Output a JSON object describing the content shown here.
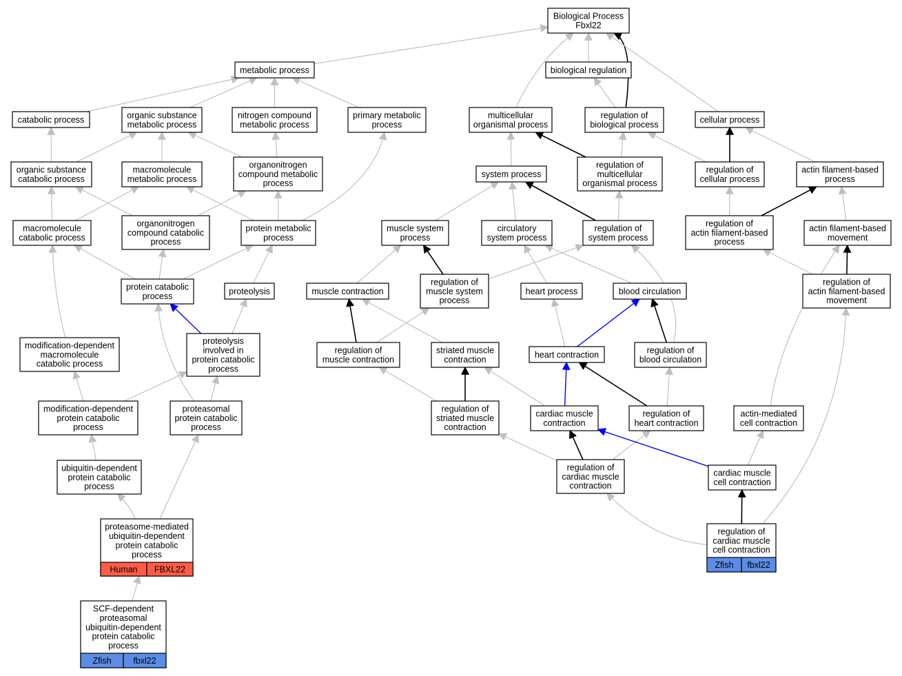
{
  "title_lines": [
    "Biological Process",
    "Fbxl22"
  ],
  "colors": {
    "inferred_edge": "#c0c0c0",
    "direct_edge": "#000000",
    "highlight_edge": "#0000ff",
    "human_annotation": "#ff5c47",
    "zfish_annotation": "#5b8de8"
  },
  "nodes": {
    "root": [
      "Biological Process",
      "Fbxl22"
    ],
    "metabolic_process": [
      "metabolic process"
    ],
    "biological_regulation": [
      "biological regulation"
    ],
    "catabolic_process": [
      "catabolic process"
    ],
    "organic_substance_metabolic_process": [
      "organic substance",
      "metabolic process"
    ],
    "nitrogen_compound_metabolic_process": [
      "nitrogen compound",
      "metabolic process"
    ],
    "primary_metabolic_process": [
      "primary metabolic",
      "process"
    ],
    "multicellular_organismal_process": [
      "multicellular",
      "organismal process"
    ],
    "regulation_of_biological_process": [
      "regulation of",
      "biological process"
    ],
    "cellular_process": [
      "cellular process"
    ],
    "organic_substance_catabolic_process": [
      "organic substance",
      "catabolic process"
    ],
    "macromolecule_metabolic_process": [
      "macromolecule",
      "metabolic process"
    ],
    "organonitrogen_compound_metabolic_process": [
      "organonitrogen",
      "compound metabolic",
      "process"
    ],
    "system_process": [
      "system process"
    ],
    "regulation_of_multicellular_organismal_process": [
      "regulation of",
      "multicellular",
      "organismal process"
    ],
    "regulation_of_cellular_process": [
      "regulation of",
      "cellular process"
    ],
    "actin_filament_based_process": [
      "actin filament-based",
      "process"
    ],
    "macromolecule_catabolic_process": [
      "macromolecule",
      "catabolic process"
    ],
    "organonitrogen_compound_catabolic_process": [
      "organonitrogen",
      "compound catabolic",
      "process"
    ],
    "protein_metabolic_process": [
      "protein metabolic",
      "process"
    ],
    "muscle_system_process": [
      "muscle system",
      "process"
    ],
    "circulatory_system_process": [
      "circulatory",
      "system process"
    ],
    "regulation_of_system_process": [
      "regulation of",
      "system process"
    ],
    "regulation_of_actin_filament_based_process": [
      "regulation of",
      "actin filament-based",
      "process"
    ],
    "actin_filament_based_movement": [
      "actin filament-based",
      "movement"
    ],
    "protein_catabolic_process": [
      "protein catabolic",
      "process"
    ],
    "proteolysis": [
      "proteolysis"
    ],
    "muscle_contraction": [
      "muscle contraction"
    ],
    "regulation_of_muscle_system_process": [
      "regulation of",
      "muscle system",
      "process"
    ],
    "heart_process": [
      "heart process"
    ],
    "blood_circulation": [
      "blood circulation"
    ],
    "regulation_of_actin_filament_based_movement": [
      "regulation of",
      "actin filament-based",
      "movement"
    ],
    "modification_dependent_macromolecule_catabolic_process": [
      "modification-dependent",
      "macromolecule",
      "catabolic process"
    ],
    "proteolysis_involved_in_protein_catabolic_process": [
      "proteolysis",
      "involved in",
      "protein catabolic",
      "process"
    ],
    "regulation_of_muscle_contraction": [
      "regulation of",
      "muscle contraction"
    ],
    "striated_muscle_contraction": [
      "striated muscle",
      "contraction"
    ],
    "heart_contraction": [
      "heart contraction"
    ],
    "regulation_of_blood_circulation": [
      "regulation of",
      "blood circulation"
    ],
    "modification_dependent_protein_catabolic_process": [
      "modification-dependent",
      "protein catabolic",
      "process"
    ],
    "proteasomal_protein_catabolic_process": [
      "proteasomal",
      "protein catabolic",
      "process"
    ],
    "regulation_of_striated_muscle_contraction": [
      "regulation of",
      "striated muscle",
      "contraction"
    ],
    "cardiac_muscle_contraction": [
      "cardiac muscle",
      "contraction"
    ],
    "regulation_of_heart_contraction": [
      "regulation of",
      "heart contraction"
    ],
    "actin_mediated_cell_contraction": [
      "actin-mediated",
      "cell contraction"
    ],
    "ubiquitin_dependent_protein_catabolic_process": [
      "ubiquitin-dependent",
      "protein catabolic",
      "process"
    ],
    "regulation_of_cardiac_muscle_contraction": [
      "regulation of",
      "cardiac muscle",
      "contraction"
    ],
    "cardiac_muscle_cell_contraction": [
      "cardiac muscle",
      "cell contraction"
    ],
    "proteasome_mediated_ubiquitin_dependent_protein_catabolic_process": [
      "proteasome-mediated",
      "ubiquitin-dependent",
      "protein catabolic",
      "process"
    ],
    "regulation_of_cardiac_muscle_cell_contraction": [
      "regulation of",
      "cardiac muscle",
      "cell contraction"
    ],
    "scf_dependent_proteasomal_ubiquitin_dependent_protein_catabolic_process": [
      "SCF-dependent",
      "proteasomal",
      "ubiquitin-dependent",
      "protein catabolic",
      "process"
    ]
  },
  "annotations": {
    "human": {
      "species": "Human",
      "gene": "FBXL22",
      "color": "#ff5c47"
    },
    "zfish_regulation": {
      "species": "Zfish",
      "gene": "fbxl22",
      "color": "#5b8de8"
    },
    "zfish_scf": {
      "species": "Zfish",
      "gene": "fbxl22",
      "color": "#5b8de8"
    }
  },
  "edges": [
    {
      "from": "metabolic_process",
      "to": "root",
      "type": "inferred"
    },
    {
      "from": "biological_regulation",
      "to": "root",
      "type": "inferred"
    },
    {
      "from": "multicellular_organismal_process",
      "to": "root",
      "type": "inferred"
    },
    {
      "from": "regulation_of_biological_process",
      "to": "root",
      "type": "direct"
    },
    {
      "from": "cellular_process",
      "to": "root",
      "type": "inferred"
    },
    {
      "from": "catabolic_process",
      "to": "metabolic_process",
      "type": "inferred"
    },
    {
      "from": "organic_substance_metabolic_process",
      "to": "metabolic_process",
      "type": "inferred"
    },
    {
      "from": "nitrogen_compound_metabolic_process",
      "to": "metabolic_process",
      "type": "inferred"
    },
    {
      "from": "primary_metabolic_process",
      "to": "metabolic_process",
      "type": "inferred"
    },
    {
      "from": "regulation_of_biological_process",
      "to": "biological_regulation",
      "type": "inferred"
    },
    {
      "from": "organic_substance_catabolic_process",
      "to": "catabolic_process",
      "type": "inferred"
    },
    {
      "from": "organic_substance_catabolic_process",
      "to": "organic_substance_metabolic_process",
      "type": "inferred"
    },
    {
      "from": "macromolecule_metabolic_process",
      "to": "organic_substance_metabolic_process",
      "type": "inferred"
    },
    {
      "from": "organonitrogen_compound_metabolic_process",
      "to": "organic_substance_metabolic_process",
      "type": "inferred"
    },
    {
      "from": "organonitrogen_compound_metabolic_process",
      "to": "nitrogen_compound_metabolic_process",
      "type": "inferred"
    },
    {
      "from": "system_process",
      "to": "multicellular_organismal_process",
      "type": "inferred"
    },
    {
      "from": "regulation_of_multicellular_organismal_process",
      "to": "multicellular_organismal_process",
      "type": "direct"
    },
    {
      "from": "regulation_of_multicellular_organismal_process",
      "to": "regulation_of_biological_process",
      "type": "inferred"
    },
    {
      "from": "regulation_of_cellular_process",
      "to": "regulation_of_biological_process",
      "type": "inferred"
    },
    {
      "from": "regulation_of_cellular_process",
      "to": "cellular_process",
      "type": "direct"
    },
    {
      "from": "actin_filament_based_process",
      "to": "cellular_process",
      "type": "inferred"
    },
    {
      "from": "macromolecule_catabolic_process",
      "to": "organic_substance_catabolic_process",
      "type": "inferred"
    },
    {
      "from": "macromolecule_catabolic_process",
      "to": "macromolecule_metabolic_process",
      "type": "inferred"
    },
    {
      "from": "organonitrogen_compound_catabolic_process",
      "to": "organic_substance_catabolic_process",
      "type": "inferred"
    },
    {
      "from": "organonitrogen_compound_catabolic_process",
      "to": "organonitrogen_compound_metabolic_process",
      "type": "inferred"
    },
    {
      "from": "protein_metabolic_process",
      "to": "macromolecule_metabolic_process",
      "type": "inferred"
    },
    {
      "from": "protein_metabolic_process",
      "to": "organonitrogen_compound_metabolic_process",
      "type": "inferred"
    },
    {
      "from": "protein_metabolic_process",
      "to": "primary_metabolic_process",
      "type": "inferred"
    },
    {
      "from": "muscle_system_process",
      "to": "system_process",
      "type": "inferred"
    },
    {
      "from": "circulatory_system_process",
      "to": "system_process",
      "type": "inferred"
    },
    {
      "from": "regulation_of_system_process",
      "to": "system_process",
      "type": "direct"
    },
    {
      "from": "regulation_of_system_process",
      "to": "regulation_of_multicellular_organismal_process",
      "type": "inferred"
    },
    {
      "from": "regulation_of_actin_filament_based_process",
      "to": "regulation_of_cellular_process",
      "type": "inferred"
    },
    {
      "from": "regulation_of_actin_filament_based_process",
      "to": "actin_filament_based_process",
      "type": "direct"
    },
    {
      "from": "actin_filament_based_movement",
      "to": "actin_filament_based_process",
      "type": "inferred"
    },
    {
      "from": "protein_catabolic_process",
      "to": "macromolecule_catabolic_process",
      "type": "inferred"
    },
    {
      "from": "protein_catabolic_process",
      "to": "organonitrogen_compound_catabolic_process",
      "type": "inferred"
    },
    {
      "from": "protein_catabolic_process",
      "to": "protein_metabolic_process",
      "type": "inferred"
    },
    {
      "from": "proteolysis",
      "to": "protein_metabolic_process",
      "type": "inferred"
    },
    {
      "from": "muscle_contraction",
      "to": "muscle_system_process",
      "type": "inferred"
    },
    {
      "from": "regulation_of_muscle_system_process",
      "to": "muscle_system_process",
      "type": "direct"
    },
    {
      "from": "regulation_of_muscle_system_process",
      "to": "regulation_of_system_process",
      "type": "inferred"
    },
    {
      "from": "heart_process",
      "to": "circulatory_system_process",
      "type": "inferred"
    },
    {
      "from": "blood_circulation",
      "to": "circulatory_system_process",
      "type": "inferred"
    },
    {
      "from": "regulation_of_actin_filament_based_movement",
      "to": "regulation_of_actin_filament_based_process",
      "type": "inferred"
    },
    {
      "from": "regulation_of_actin_filament_based_movement",
      "to": "actin_filament_based_movement",
      "type": "direct"
    },
    {
      "from": "modification_dependent_macromolecule_catabolic_process",
      "to": "macromolecule_catabolic_process",
      "type": "inferred"
    },
    {
      "from": "proteolysis_involved_in_protein_catabolic_process",
      "to": "protein_catabolic_process",
      "type": "highlight"
    },
    {
      "from": "proteolysis_involved_in_protein_catabolic_process",
      "to": "proteolysis",
      "type": "inferred"
    },
    {
      "from": "regulation_of_muscle_contraction",
      "to": "muscle_contraction",
      "type": "direct"
    },
    {
      "from": "regulation_of_muscle_contraction",
      "to": "regulation_of_muscle_system_process",
      "type": "inferred"
    },
    {
      "from": "striated_muscle_contraction",
      "to": "muscle_contraction",
      "type": "inferred"
    },
    {
      "from": "heart_contraction",
      "to": "heart_process",
      "type": "inferred"
    },
    {
      "from": "heart_contraction",
      "to": "blood_circulation",
      "type": "highlight"
    },
    {
      "from": "regulation_of_blood_circulation",
      "to": "blood_circulation",
      "type": "direct"
    },
    {
      "from": "regulation_of_blood_circulation",
      "to": "regulation_of_system_process",
      "type": "inferred"
    },
    {
      "from": "modification_dependent_protein_catabolic_process",
      "to": "modification_dependent_macromolecule_catabolic_process",
      "type": "inferred"
    },
    {
      "from": "modification_dependent_protein_catabolic_process",
      "to": "proteolysis_involved_in_protein_catabolic_process",
      "type": "inferred"
    },
    {
      "from": "proteasomal_protein_catabolic_process",
      "to": "proteolysis_involved_in_protein_catabolic_process",
      "type": "inferred"
    },
    {
      "from": "proteasomal_protein_catabolic_process",
      "to": "protein_catabolic_process",
      "type": "inferred"
    },
    {
      "from": "regulation_of_striated_muscle_contraction",
      "to": "striated_muscle_contraction",
      "type": "direct"
    },
    {
      "from": "regulation_of_striated_muscle_contraction",
      "to": "regulation_of_muscle_contraction",
      "type": "inferred"
    },
    {
      "from": "cardiac_muscle_contraction",
      "to": "striated_muscle_contraction",
      "type": "inferred"
    },
    {
      "from": "cardiac_muscle_contraction",
      "to": "heart_contraction",
      "type": "highlight"
    },
    {
      "from": "regulation_of_heart_contraction",
      "to": "heart_contraction",
      "type": "direct"
    },
    {
      "from": "regulation_of_heart_contraction",
      "to": "regulation_of_blood_circulation",
      "type": "inferred"
    },
    {
      "from": "actin_mediated_cell_contraction",
      "to": "actin_filament_based_movement",
      "type": "inferred"
    },
    {
      "from": "ubiquitin_dependent_protein_catabolic_process",
      "to": "modification_dependent_protein_catabolic_process",
      "type": "inferred"
    },
    {
      "from": "regulation_of_cardiac_muscle_contraction",
      "to": "cardiac_muscle_contraction",
      "type": "direct"
    },
    {
      "from": "regulation_of_cardiac_muscle_contraction",
      "to": "regulation_of_striated_muscle_contraction",
      "type": "inferred"
    },
    {
      "from": "regulation_of_cardiac_muscle_contraction",
      "to": "regulation_of_heart_contraction",
      "type": "inferred"
    },
    {
      "from": "cardiac_muscle_cell_contraction",
      "to": "cardiac_muscle_contraction",
      "type": "highlight"
    },
    {
      "from": "cardiac_muscle_cell_contraction",
      "to": "actin_mediated_cell_contraction",
      "type": "inferred"
    },
    {
      "from": "proteasome_mediated_ubiquitin_dependent_protein_catabolic_process",
      "to": "ubiquitin_dependent_protein_catabolic_process",
      "type": "inferred"
    },
    {
      "from": "proteasome_mediated_ubiquitin_dependent_protein_catabolic_process",
      "to": "proteasomal_protein_catabolic_process",
      "type": "inferred"
    },
    {
      "from": "regulation_of_cardiac_muscle_cell_contraction",
      "to": "cardiac_muscle_cell_contraction",
      "type": "direct"
    },
    {
      "from": "regulation_of_cardiac_muscle_cell_contraction",
      "to": "regulation_of_cardiac_muscle_contraction",
      "type": "inferred"
    },
    {
      "from": "regulation_of_cardiac_muscle_cell_contraction",
      "to": "regulation_of_actin_filament_based_movement",
      "type": "inferred"
    },
    {
      "from": "scf_dependent_proteasomal_ubiquitin_dependent_protein_catabolic_process",
      "to": "proteasome_mediated_ubiquitin_dependent_protein_catabolic_process",
      "type": "inferred"
    }
  ]
}
